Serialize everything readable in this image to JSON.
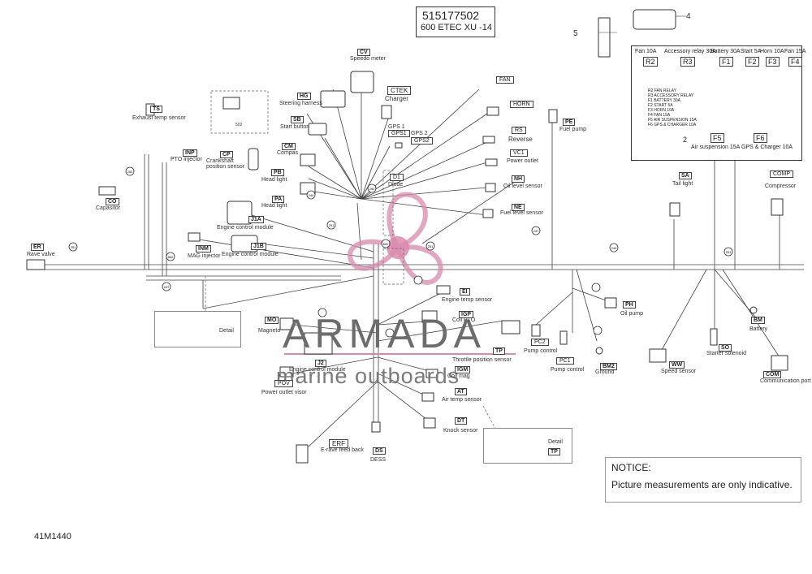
{
  "title_box": {
    "part_number": "515177502",
    "model": "600 ETEC XU -14"
  },
  "notice": {
    "heading": "NOTICE:",
    "text": "Picture measurements are only indicative."
  },
  "drawing_code": "41M1440",
  "watermark": {
    "brand": "ARMADA",
    "subtitle": "marine outboards",
    "accent_color": "#d98aab"
  },
  "callouts": {
    "c4": "4",
    "c5": "5",
    "c2": "2"
  },
  "fuse_box": {
    "top_labels": [
      "Fan 10A",
      "Accessory relay 30A",
      "Battery 30A",
      "Start 5A",
      "Horn 10A",
      "Fan 15A"
    ],
    "codes_top": [
      "R2",
      "R3",
      "F1",
      "F2",
      "F3",
      "F4"
    ],
    "codes_bottom": [
      "F5",
      "F6"
    ],
    "bottom_labels": [
      "Air suspension 15A",
      "GPS & Charger 10A"
    ],
    "legend": [
      "R2  FAN RELAY",
      "R3  ACCESSORY RELAY",
      "F1  BATTERY 30A",
      "F2  START 5A",
      "F3  HORN 10A",
      "F4  FAN 15A",
      "F5  AIR SUSPENSION 15A",
      "F6  GPS & CHARGER 10A"
    ]
  },
  "components": [
    {
      "code": "CV",
      "label": "Speedo meter"
    },
    {
      "code": "CTEK",
      "label": "Charger"
    },
    {
      "code": "HG",
      "label": "Steering harness"
    },
    {
      "code": "SB",
      "label": "Start button"
    },
    {
      "code": "FAN",
      "label": ""
    },
    {
      "code": "HORN",
      "label": ""
    },
    {
      "code": "PE",
      "label": "Fuel pump"
    },
    {
      "code": "GPS1",
      "label": "GPS 1"
    },
    {
      "code": "GPS2",
      "label": "GPS 2"
    },
    {
      "code": "RS",
      "label": "Reverse"
    },
    {
      "code": "VC1",
      "label": "Power outlet"
    },
    {
      "code": "NH",
      "label": "Oil level sensor"
    },
    {
      "code": "NE",
      "label": "Fuel level sensor"
    },
    {
      "code": "D1",
      "label": "Diode"
    },
    {
      "code": "TS",
      "label": "Exhaust temp sensor"
    },
    {
      "code": "INP",
      "label": "PTO injector"
    },
    {
      "code": "CP",
      "label": "Crankshaft position sensor"
    },
    {
      "code": "CM",
      "label": "Compas"
    },
    {
      "code": "PB",
      "label": "Head light"
    },
    {
      "code": "PA",
      "label": "Head light"
    },
    {
      "code": "CO",
      "label": "Capasitor"
    },
    {
      "code": "J1A",
      "label": "Engine control module"
    },
    {
      "code": "J1B",
      "label": "Engine control module"
    },
    {
      "code": "ER",
      "label": "Rave valve"
    },
    {
      "code": "INM",
      "label": "MAG injector"
    },
    {
      "code": "SA",
      "label": "Tail light"
    },
    {
      "code": "COMP",
      "label": "Compressor"
    },
    {
      "code": "EI",
      "label": "Engine temp sensor"
    },
    {
      "code": "IGP",
      "label": "Coil PTO"
    },
    {
      "code": "PH",
      "label": "Oil pump"
    },
    {
      "code": "BM",
      "label": "Battery"
    },
    {
      "code": "MO",
      "label": "Magneto"
    },
    {
      "code": "TP",
      "label": "Throttle position sensor"
    },
    {
      "code": "PC2",
      "label": "Pump control"
    },
    {
      "code": "PC1",
      "label": "Pump control"
    },
    {
      "code": "BM2",
      "label": "Ground"
    },
    {
      "code": "SO",
      "label": "Starter solenoid"
    },
    {
      "code": "WW",
      "label": "Speed sensor"
    },
    {
      "code": "J2",
      "label": "Engine control module"
    },
    {
      "code": "POV",
      "label": "Power outlet visor"
    },
    {
      "code": "IGM",
      "label": "Coil mag"
    },
    {
      "code": "AT",
      "label": "Air temp sensor"
    },
    {
      "code": "DT",
      "label": "Knock sensor"
    },
    {
      "code": "COM",
      "label": "Communication port"
    },
    {
      "code": "ERF",
      "label": "E-rave feed back"
    },
    {
      "code": "DS",
      "label": "DESS"
    }
  ],
  "details": {
    "detail_label": "Detail",
    "detail_tp_code": "TP",
    "box_code_502": "502"
  },
  "spot_labels": [
    "250",
    "800",
    "251",
    "247",
    "244",
    "251"
  ]
}
